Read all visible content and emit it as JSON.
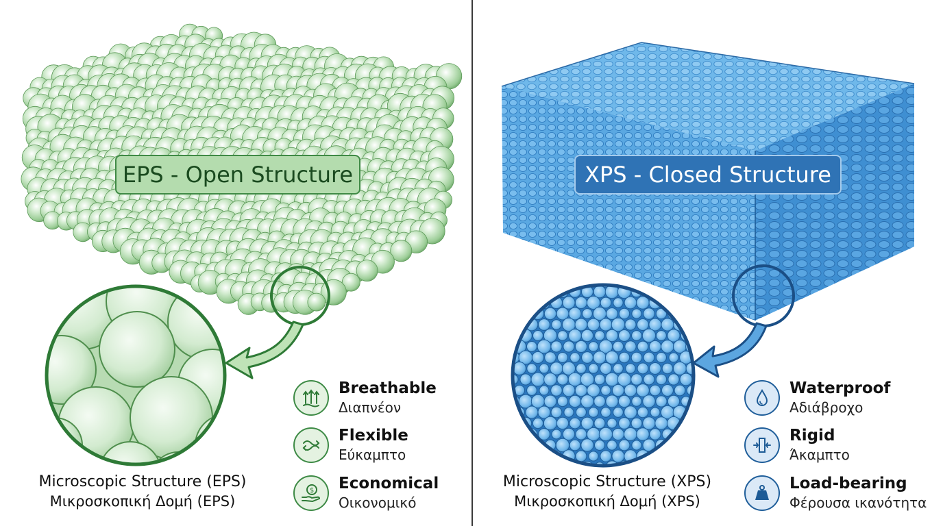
{
  "eps": {
    "title": "EPS - Open Structure",
    "caption_en": "Microscopic Structure (EPS)",
    "caption_el": "Μικροσκοπική Δομή (EPS)",
    "accent": "#3f8a45",
    "features": [
      {
        "icon": "breathable-arrows-icon",
        "en": "Breathable",
        "el": "Διαπνέον"
      },
      {
        "icon": "flexible-wave-icon",
        "en": "Flexible",
        "el": "Εύκαμπτο"
      },
      {
        "icon": "economical-coin-hand-icon",
        "en": "Economical",
        "el": "Οικονομικό"
      }
    ]
  },
  "xps": {
    "title": "XPS - Closed Structure",
    "caption_en": "Microscopic Structure (XPS)",
    "caption_el": "Μικροσκοπική Δομή (XPS)",
    "accent": "#2f73b5",
    "features": [
      {
        "icon": "waterproof-drop-icon",
        "en": "Waterproof",
        "el": "Αδιάβροχο"
      },
      {
        "icon": "rigid-compression-icon",
        "en": "Rigid",
        "el": "Άκαμπτο"
      },
      {
        "icon": "load-bearing-weight-icon",
        "en": "Load-bearing",
        "el": "Φέρουσα ικανότητα"
      }
    ]
  }
}
